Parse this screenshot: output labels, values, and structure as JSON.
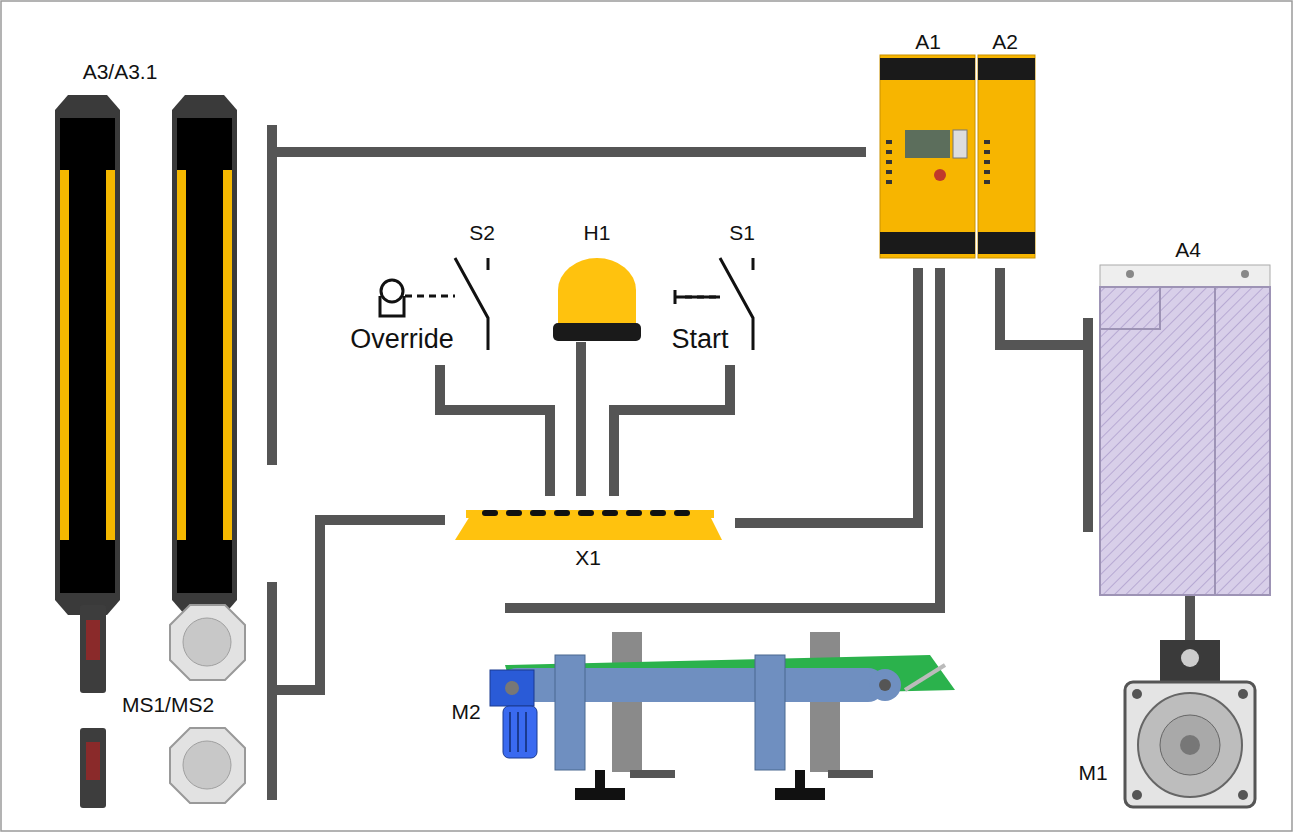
{
  "diagram": {
    "labels": [
      "A3/A3.1",
      "A1",
      "A2",
      "S2",
      "H1",
      "S1",
      "Override",
      "Start",
      "A4",
      "X1",
      "MS1/MS2",
      "M2",
      "M1"
    ]
  }
}
